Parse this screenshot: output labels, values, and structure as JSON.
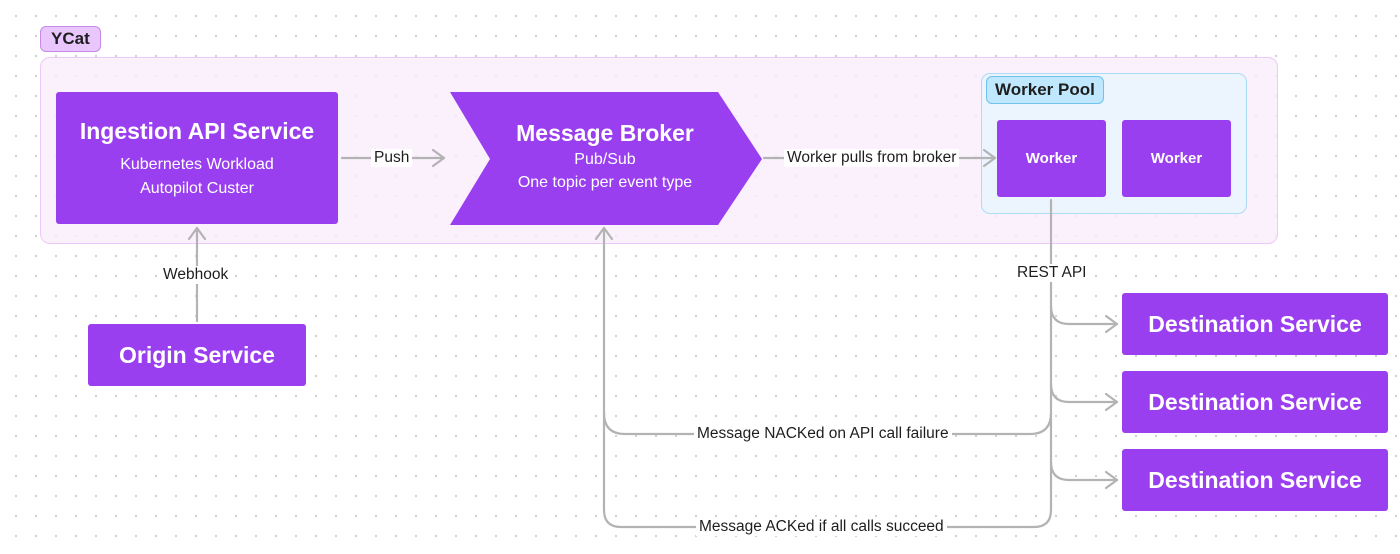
{
  "group": {
    "label": "YCat"
  },
  "worker_pool": {
    "label": "Worker Pool",
    "workers": [
      "Worker",
      "Worker"
    ]
  },
  "ingestion": {
    "title": "Ingestion API Service",
    "lines": [
      "Kubernetes Workload",
      "Autopilot Custer"
    ]
  },
  "broker": {
    "title": "Message Broker",
    "lines": [
      "Pub/Sub",
      "One topic per event type"
    ]
  },
  "origin": {
    "title": "Origin Service"
  },
  "destinations": [
    "Destination Service",
    "Destination Service",
    "Destination Service"
  ],
  "edges": {
    "push": "Push",
    "worker_pulls": "Worker pulls from broker",
    "webhook": "Webhook",
    "rest_api": "REST API",
    "nack": "Message NACKed on API call failure",
    "ack": "Message ACKed if all calls succeed"
  },
  "colors": {
    "node_fill": "#9a3ff0",
    "group_tag": "#e9c6fb",
    "pool_tag": "#bfe7fd",
    "connector": "#b3b3b3"
  }
}
